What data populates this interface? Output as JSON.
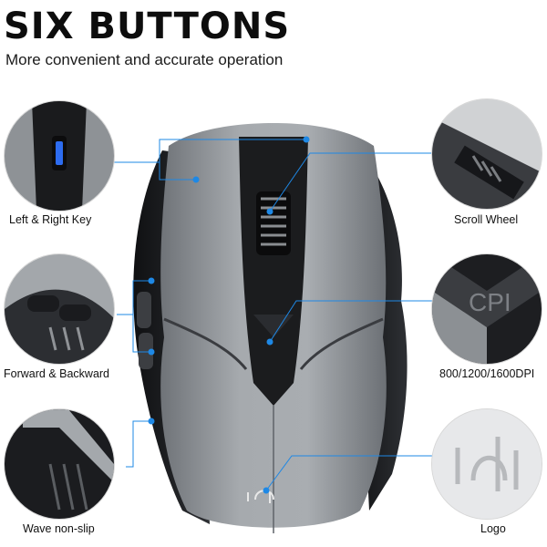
{
  "heading": "SIX BUTTONS",
  "subheading": "More convenient and accurate operation",
  "features": [
    {
      "label": "Left & Right Key"
    },
    {
      "label": "Scroll Wheel"
    },
    {
      "label": "Forward & Backward"
    },
    {
      "label": "800/1200/1600DPI"
    },
    {
      "label": "Wave non-slip"
    },
    {
      "label": "Logo"
    }
  ],
  "cpi_text": "CPI",
  "colors": {
    "accent": "#1e88e5",
    "body_gray": "#9a9ea3",
    "dark": "#1b1c1e"
  }
}
